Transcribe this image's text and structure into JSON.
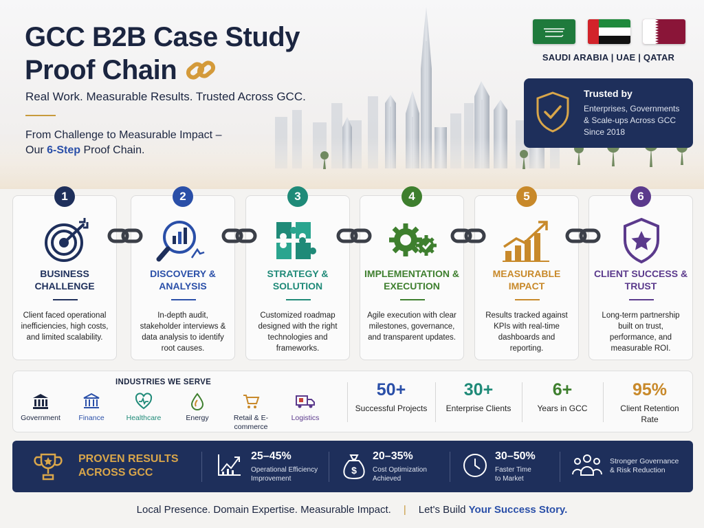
{
  "header": {
    "title_line1": "GCC B2B Case Study",
    "title_line2": "Proof Chain",
    "subtitle": "Real Work. Measurable Results. Trusted Across GCC.",
    "lead_line1": "From Challenge to Measurable Impact –",
    "lead_pre": "Our ",
    "lead_highlight": "6-Step",
    "lead_post": " Proof Chain."
  },
  "countries": "SAUDI ARABIA | UAE | QATAR",
  "trust": {
    "title": "Trusted by",
    "line1": "Enterprises, Governments",
    "line2": "& Scale-ups Across GCC",
    "line3": "Since 2018"
  },
  "steps": [
    {
      "num": "1",
      "title": "BUSINESS CHALLENGE",
      "desc": "Client faced operational inefficiencies, high costs, and limited scalability.",
      "color": "#1e2f5b",
      "icon": "target-icon"
    },
    {
      "num": "2",
      "title": "DISCOVERY & ANALYSIS",
      "desc": "In-depth audit, stakeholder interviews & data analysis to identify root causes.",
      "color": "#2a4fa8",
      "icon": "magnifier-chart-icon"
    },
    {
      "num": "3",
      "title": "STRATEGY & SOLUTION",
      "desc": "Customized roadmap designed with the right technologies and frameworks.",
      "color": "#1f8a78",
      "icon": "puzzle-icon"
    },
    {
      "num": "4",
      "title": "IMPLEMENTATION & EXECUTION",
      "desc": "Agile execution with clear milestones, governance, and transparent updates.",
      "color": "#3e7f2e",
      "icon": "gears-icon"
    },
    {
      "num": "5",
      "title": "MEASURABLE IMPACT",
      "desc": "Results tracked against KPIs with real-time dashboards and reporting.",
      "color": "#c8892a",
      "icon": "growth-chart-icon"
    },
    {
      "num": "6",
      "title": "CLIENT SUCCESS & TRUST",
      "desc": "Long-term partnership built on trust, performance, and measurable ROI.",
      "color": "#5b3a8c",
      "icon": "shield-star-icon"
    }
  ],
  "industries": {
    "title": "INDUSTRIES WE SERVE",
    "items": [
      {
        "label": "Government",
        "color": "#1b2540",
        "icon": "government-icon"
      },
      {
        "label": "Finance",
        "color": "#2a4fa8",
        "icon": "bank-icon"
      },
      {
        "label": "Healthcare",
        "color": "#1f8a78",
        "icon": "heart-pulse-icon"
      },
      {
        "label": "Energy",
        "color": "#1b2540",
        "icon": "energy-drop-icon"
      },
      {
        "label": "Retail & E-commerce",
        "color": "#1b2540",
        "icon": "cart-icon"
      },
      {
        "label": "Logistics",
        "color": "#5b3a8c",
        "icon": "truck-icon"
      }
    ]
  },
  "stats": [
    {
      "num": "50+",
      "label": "Successful Projects",
      "color": "#2a4fa8"
    },
    {
      "num": "30+",
      "label": "Enterprise Clients",
      "color": "#1f8a78"
    },
    {
      "num": "6+",
      "label": "Years in GCC",
      "color": "#3e7f2e"
    },
    {
      "num": "95%",
      "label": "Client Retention Rate",
      "color": "#c8892a"
    }
  ],
  "results": {
    "title_line1": "PROVEN RESULTS",
    "title_line2": "ACROSS GCC",
    "items": [
      {
        "num": "25–45%",
        "label1": "Operational Efficiency",
        "label2": "Improvement",
        "icon": "trend-icon"
      },
      {
        "num": "20–35%",
        "label1": "Cost Optimization",
        "label2": "Achieved",
        "icon": "money-bag-icon"
      },
      {
        "num": "30–50%",
        "label1": "Faster Time",
        "label2": "to Market",
        "icon": "clock-icon"
      },
      {
        "num": "",
        "label1": "Stronger Governance",
        "label2": "& Risk Reduction",
        "icon": "team-icon"
      }
    ]
  },
  "footer": {
    "left": "Local Presence. Domain Expertise. Measurable Impact.",
    "separator": "|",
    "right_pre": "Let's Build ",
    "right_highlight": "Your Success Story."
  },
  "colors": {
    "navy": "#1e2f5b",
    "gold": "#c89a3c",
    "blue": "#2a4fa8"
  }
}
